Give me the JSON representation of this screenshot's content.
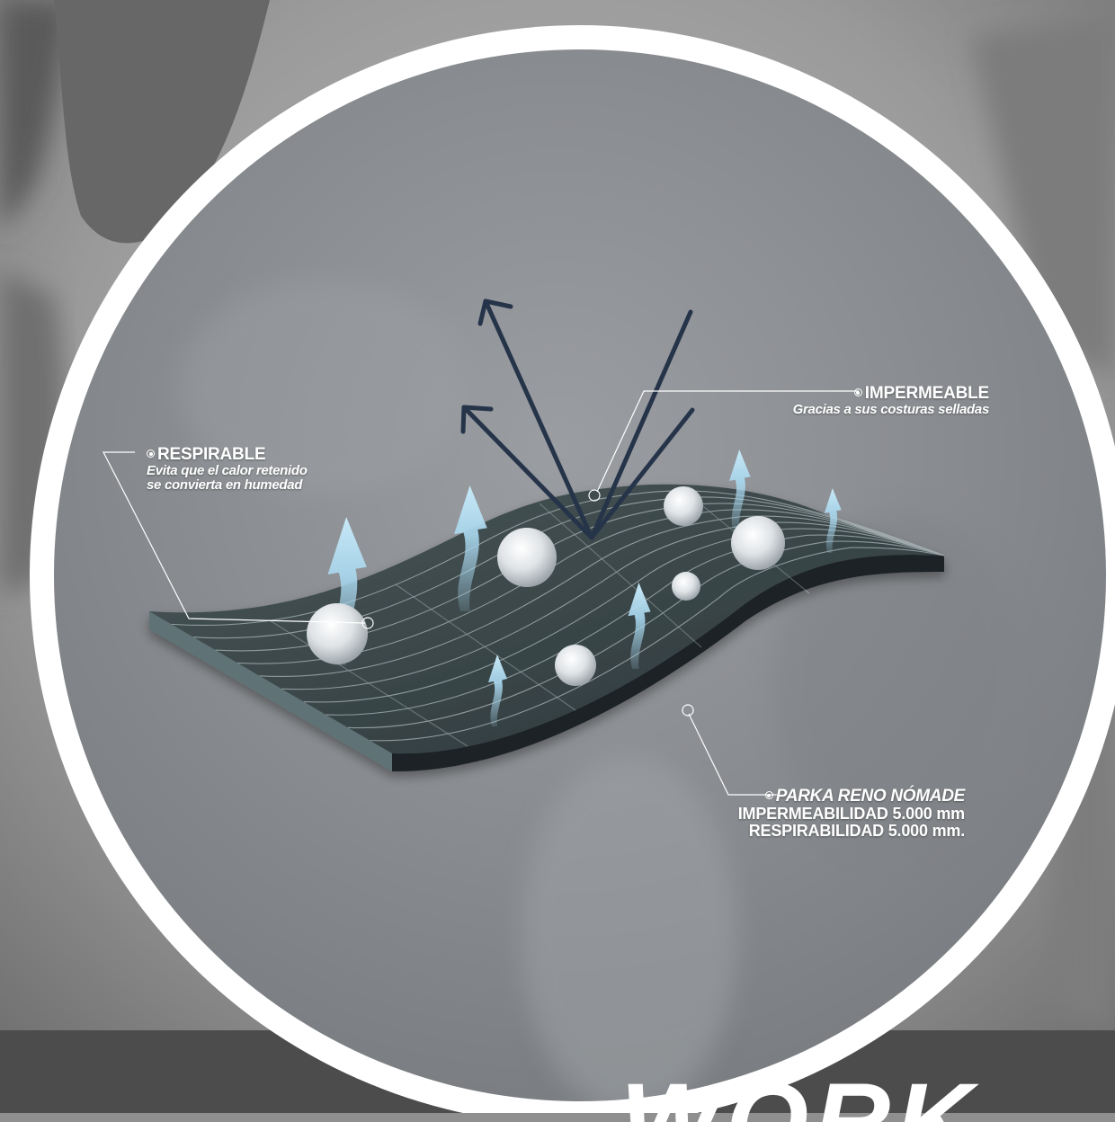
{
  "colors": {
    "background": "#8f8f8f",
    "circle_fill": "#8a8d91",
    "ring": "#ffffff",
    "fabric_top": "#3f4b4d",
    "fabric_edge": "#1c2426",
    "fabric_side": "#5f7275",
    "arrow_reflect": "#26344a",
    "vapor_arrow": "#a9d8ef",
    "bottom_band": "#4c4c4c"
  },
  "icons": {
    "reflection": "reflection-arrows-icon",
    "vapor": "vapor-arrow-icon",
    "droplet": "water-droplet-icon",
    "pointer": "callout-pointer-icon"
  },
  "callouts": {
    "respirable": {
      "title": "RESPIRABLE",
      "line1": "Evita que el calor retenido",
      "line2": "se convierta en humedad"
    },
    "impermeable": {
      "title": "IMPERMEABLE",
      "line1": "Gracias a sus costuras selladas"
    },
    "parka": {
      "title": "PARKA RENO NÓMADE",
      "line1": "IMPERMEABILIDAD 5.000 mm",
      "line2": "RESPIRABILIDAD 5.000 mm."
    }
  },
  "bottom_word": "WORK"
}
